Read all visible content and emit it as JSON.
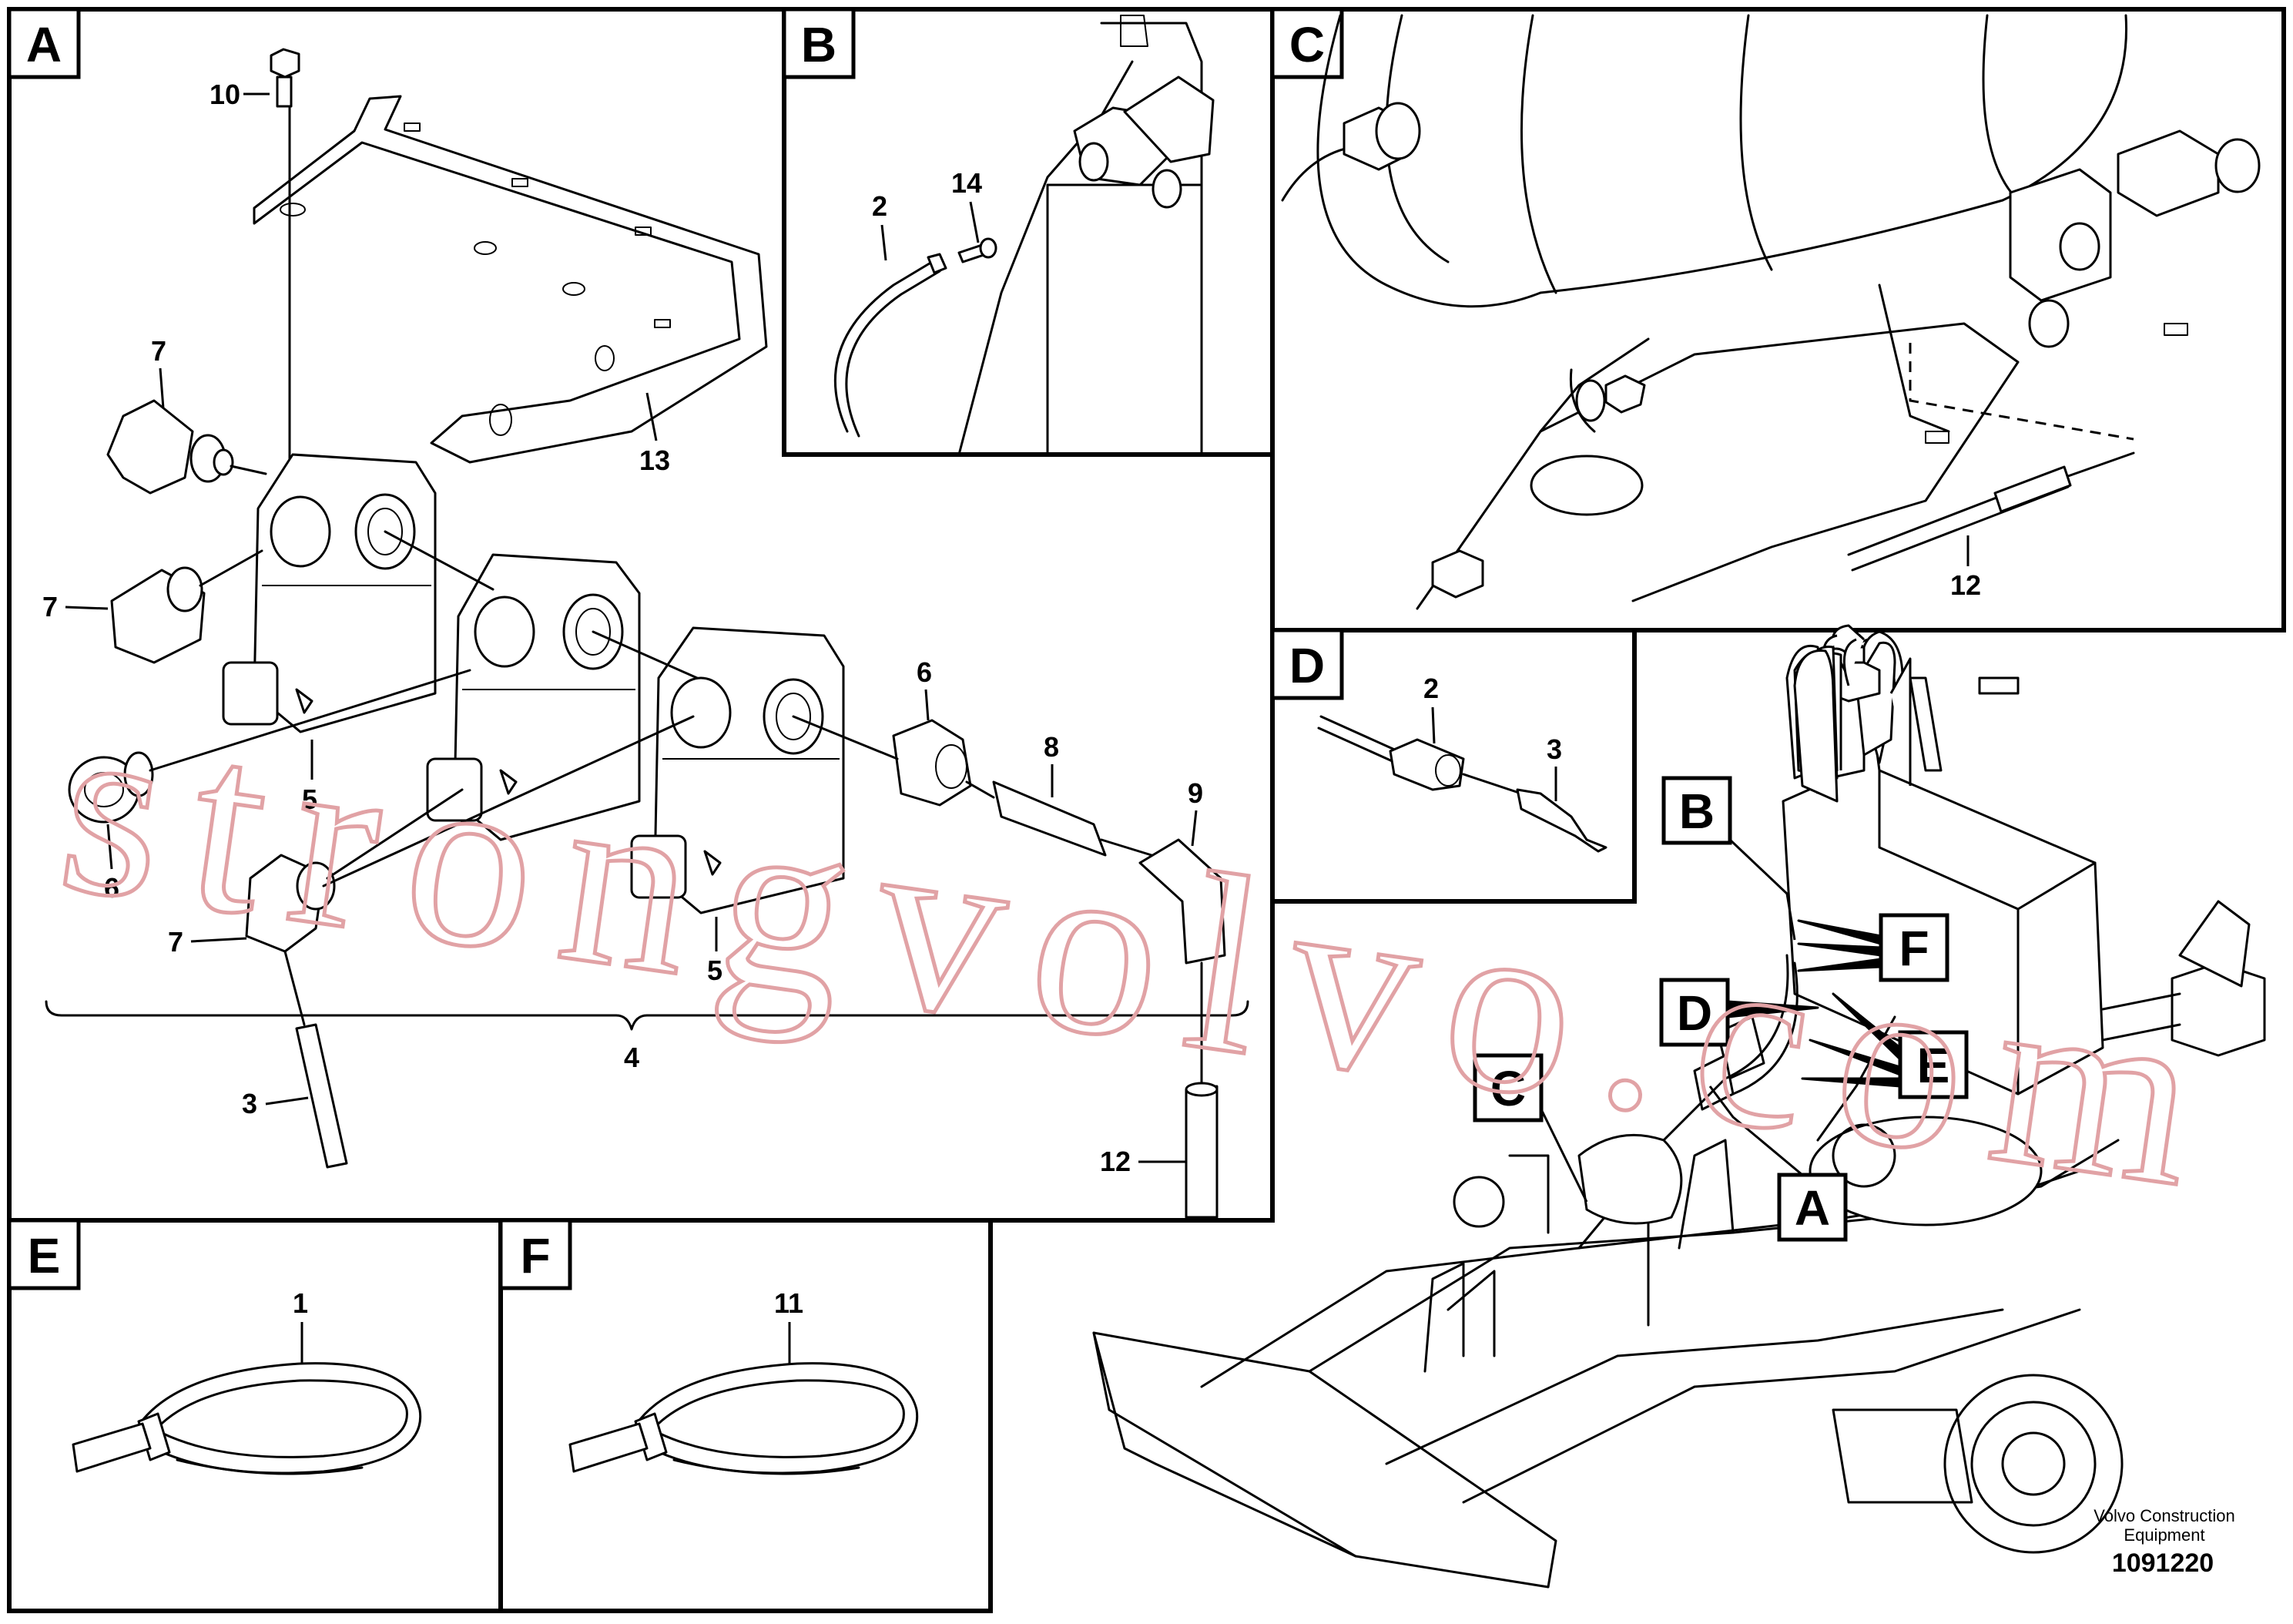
{
  "panels": {
    "a": {
      "tag": "A"
    },
    "b": {
      "tag": "B"
    },
    "c": {
      "tag": "C"
    },
    "d": {
      "tag": "D"
    },
    "e": {
      "tag": "E"
    },
    "f": {
      "tag": "F"
    }
  },
  "callouts": {
    "a_10": "10",
    "a_13": "13",
    "a_7_top": "7",
    "a_7_mid": "7",
    "a_7_low": "7",
    "a_5_left": "5",
    "a_5_right": "5",
    "a_6_left": "6",
    "a_6_right": "6",
    "a_8": "8",
    "a_9": "9",
    "a_4": "4",
    "a_3": "3",
    "a_12": "12",
    "b_2": "2",
    "b_14": "14",
    "c_12": "12",
    "d_2": "2",
    "d_3": "3",
    "e_1": "1",
    "f_11": "11"
  },
  "overview_tags": [
    "B",
    "F",
    "D",
    "E",
    "C",
    "A"
  ],
  "watermark": "strongvolvo.com",
  "footer": {
    "company_line1": "Volvo Construction",
    "company_line2": "Equipment",
    "document_number": "1091220"
  }
}
